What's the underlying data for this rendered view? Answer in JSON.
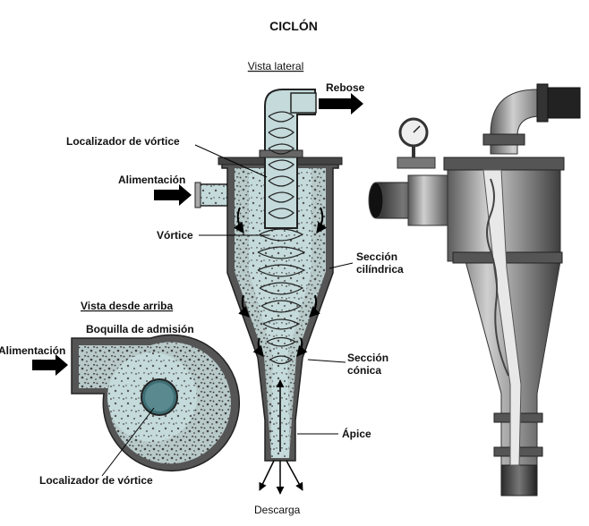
{
  "title": "CICLÓN",
  "views": {
    "side": "Vista lateral",
    "top": "Vista desde arriba"
  },
  "labels": {
    "rebose": "Rebose",
    "localizador_side": "Localizador de vórtice",
    "alimentacion_side": "Alimentación",
    "vortice": "Vórtice",
    "seccion_cilindrica_1": "Sección",
    "seccion_cilindrica_2": "cilíndrica",
    "seccion_conica_1": "Sección",
    "seccion_conica_2": "cónica",
    "apice": "Ápice",
    "descarga": "Descarga",
    "boquilla": "Boquilla de admisión",
    "alimentacion_top": "Alimentación",
    "localizador_top": "Localizador de vórtice"
  },
  "colors": {
    "fluid": "#c4dadb",
    "wall": "#666666",
    "outline": "#222222",
    "arrow": "#000000",
    "metal": "#9a9a9a"
  }
}
